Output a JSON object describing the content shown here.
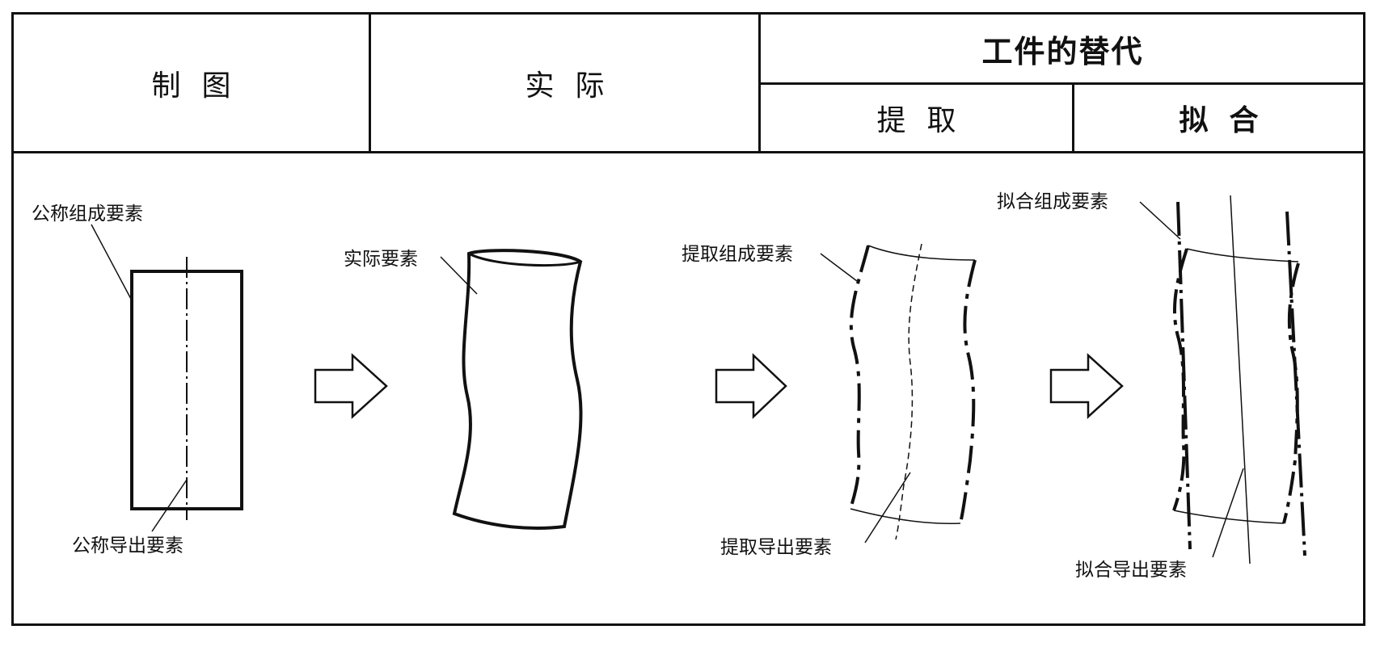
{
  "header": {
    "drawing": "制图",
    "actual": "实际",
    "workpiece_substitution": "工件的替代",
    "extraction": "提取",
    "fitting": "拟合"
  },
  "labels": {
    "nominal_integral_feature": "公称组成要素",
    "nominal_derived_feature": "公称导出要素",
    "real_feature": "实际要素",
    "extracted_integral_feature": "提取组成要素",
    "extracted_derived_feature": "提取导出要素",
    "associated_integral_feature": "拟合组成要素",
    "associated_derived_feature": "拟合导出要素"
  }
}
